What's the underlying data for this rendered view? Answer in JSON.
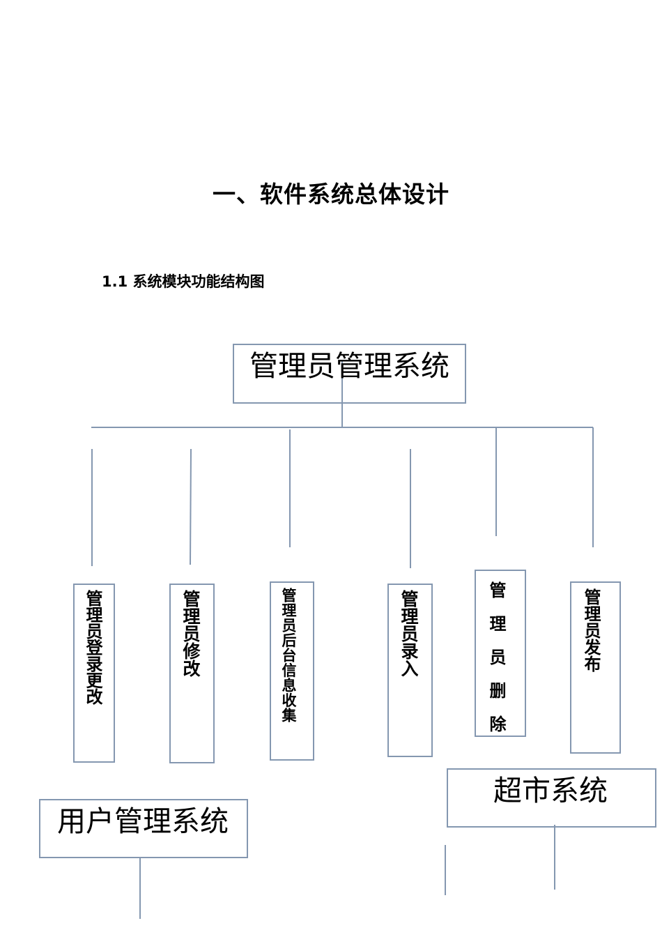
{
  "document": {
    "heading": "一、软件系统总体设计",
    "subheading": "1.1 系统模块功能结构图"
  },
  "diagram": {
    "admin_system": {
      "title": "管理员管理系统",
      "modules": [
        {
          "label": "管理员登录更改"
        },
        {
          "label": "管理员修改"
        },
        {
          "label": "管理员后台信息收集"
        },
        {
          "label": "管理员录入"
        },
        {
          "label": "管理员删除"
        },
        {
          "label": "管理员发布"
        }
      ]
    },
    "user_system": {
      "title": "用户管理系统"
    },
    "market_system": {
      "title": "超市系统"
    },
    "line_color": "#8497b0"
  }
}
